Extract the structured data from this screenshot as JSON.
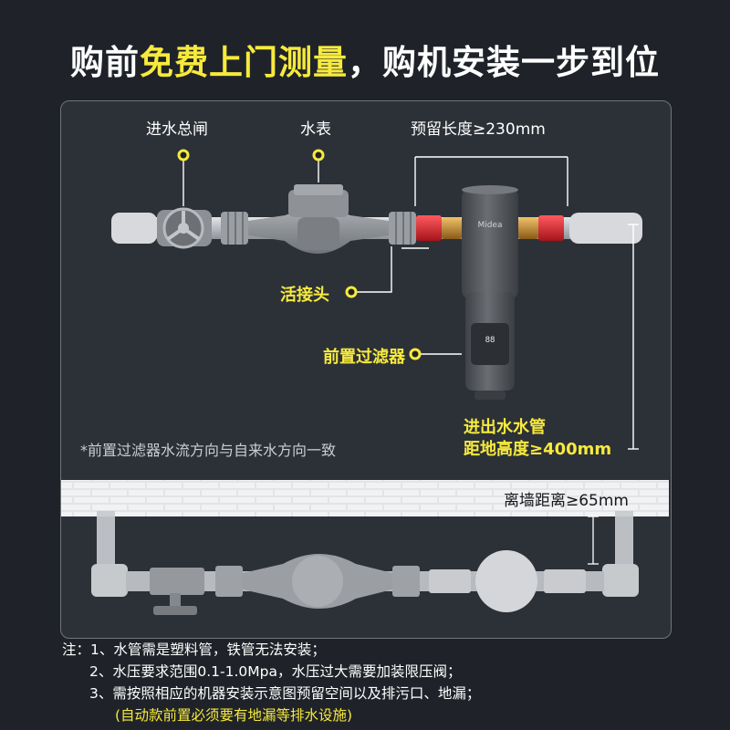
{
  "headline": {
    "prefix": "购前",
    "highlight": "免费上门测量",
    "suffix": "，购机安装一步到位"
  },
  "labels": {
    "main_valve": "进水总闸",
    "water_meter": "水表",
    "reserved_length": "预留长度≥230mm",
    "union_joint": "活接头",
    "pre_filter": "前置过滤器",
    "pipe_height_line1": "进出水水管",
    "pipe_height_line2": "距地高度≥400mm",
    "flow_direction_note": "*前置过滤器水流方向与自来水方向一致",
    "wall_distance": "离墙距离≥65mm",
    "brand_mark": "Midea",
    "display_digits": "88"
  },
  "notes": [
    "注：1、水管需是塑料管，铁管无法安装；",
    "2、水压要求范围0.1-1.0Mpa，水压过大需要加装限压阀；",
    "3、需按照相应的机器安装示意图预留空间以及排污口、地漏；",
    "(自动款前置必须要有地漏等排水设施)"
  ],
  "colors": {
    "background": "#1f2329",
    "panel": "#2c3138",
    "highlight": "#f7ea3c",
    "pipe": "#c4c7cb",
    "red_fitting": "#d8232a",
    "brass": "#c9912f",
    "filter_body": "#54575b"
  }
}
